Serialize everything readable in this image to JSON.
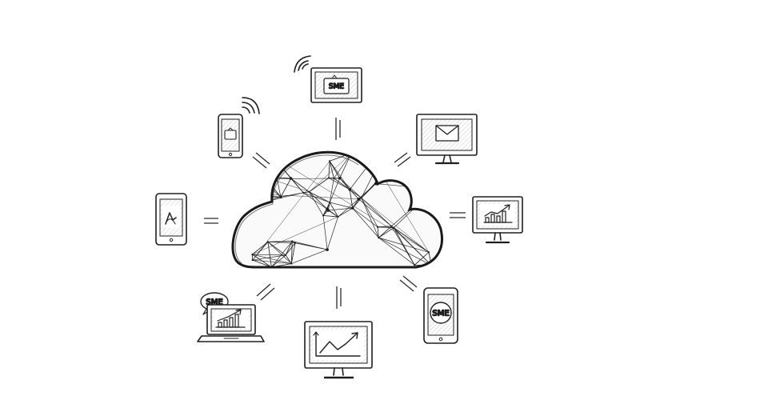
{
  "colors": {
    "ink": "#1e1e1e",
    "mesh": "#2a2a2a",
    "paper": "#ffffff",
    "hatch": "#c9c9c9"
  },
  "devices": {
    "top_tablet": {
      "label": "SME",
      "icon": "wallet-icon"
    },
    "top_left_phone": {
      "label": "",
      "icon": "wallet-icon"
    },
    "left_phone": {
      "icon": "chart-pen-icon"
    },
    "top_right_monitor": {
      "icon": "envelope-icon"
    },
    "right_monitor": {
      "icon": "bar-chart-growth-icon"
    },
    "bottom_left_laptop": {
      "bubble": "SME",
      "icon": "bar-chart-growth-icon"
    },
    "bottom_monitor": {
      "icon": "line-chart-icon"
    },
    "bottom_right_phone": {
      "label": "SME"
    }
  }
}
